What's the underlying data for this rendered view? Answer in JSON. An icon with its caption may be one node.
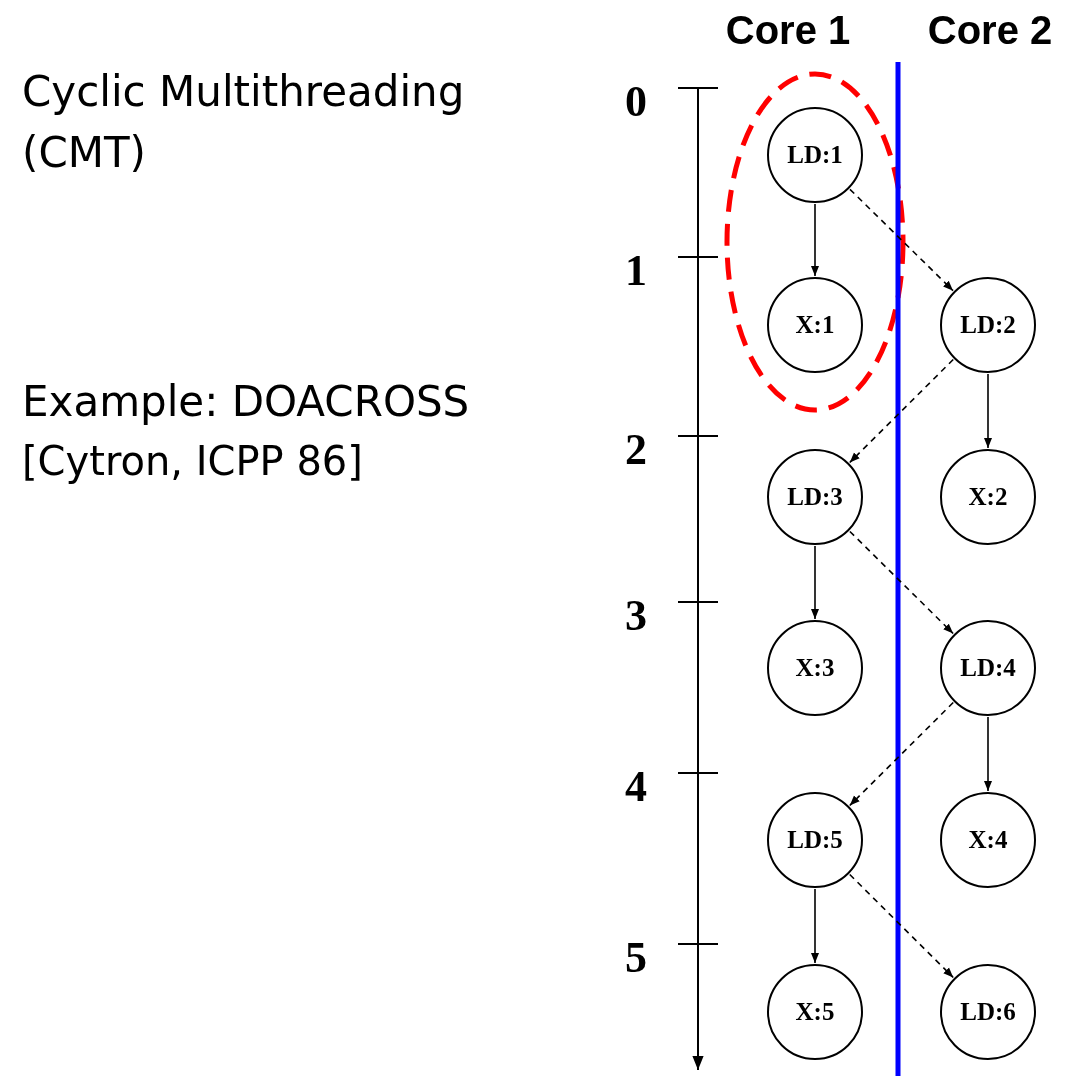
{
  "diagram": {
    "nodes": [
      {
        "text": [
          "LD:1"
        ]
      },
      {
        "text": [
          "X:1"
        ]
      },
      {
        "text": [
          "LD:2"
        ]
      },
      {
        "text": [
          "LD:3"
        ]
      },
      {
        "text": [
          "X:2"
        ]
      },
      {
        "text": [
          "X:3"
        ]
      },
      {
        "text": [
          "LD:4"
        ]
      },
      {
        "text": [
          "LD:5"
        ]
      },
      {
        "text": [
          "X:4"
        ]
      },
      {
        "text": [
          "X:5"
        ]
      },
      {
        "text": [
          "LD:6"
        ]
      }
    ],
    "edges": [
      {
        "from": 0,
        "to": 1,
        "arrow": "to"
      },
      {
        "from": 0,
        "to": 2,
        "arrow": "to",
        "style": "dashed"
      },
      {
        "from": 2,
        "to": 4,
        "arrow": "to"
      },
      {
        "from": 2,
        "to": 3,
        "arrow": "to",
        "style": "dashed"
      },
      {
        "from": 3,
        "to": 5,
        "arrow": "to"
      },
      {
        "from": 3,
        "to": 6,
        "arrow": "to",
        "style": "dashed"
      },
      {
        "from": 6,
        "to": 8,
        "arrow": "to"
      },
      {
        "from": 6,
        "to": 7,
        "arrow": "to",
        "style": "dashed"
      },
      {
        "from": 7,
        "to": 9,
        "arrow": "to"
      },
      {
        "from": 7,
        "to": 10,
        "arrow": "to",
        "style": "dashed"
      }
    ],
    "labels": [
      "Core 1",
      "Core 2",
      "Cyclic Multithreading (CMT)",
      "0",
      "1",
      "Example: DOACROSS",
      "2",
      "[Cytron, ICPP 86]",
      "3",
      "4",
      "5"
    ]
  }
}
